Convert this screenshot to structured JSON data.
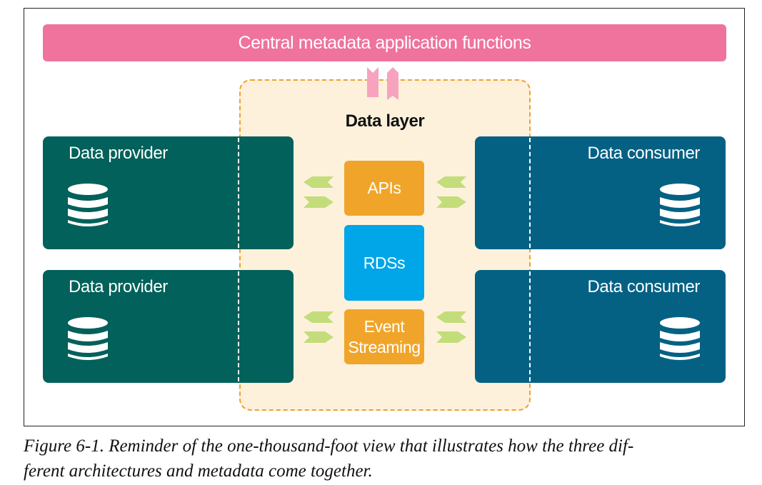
{
  "banner": {
    "label": "Central metadata application functions"
  },
  "data_layer": {
    "title": "Data layer"
  },
  "providers": [
    {
      "label": "Data provider",
      "icon": "database-icon"
    },
    {
      "label": "Data provider",
      "icon": "database-icon"
    }
  ],
  "consumers": [
    {
      "label": "Data consumer",
      "icon": "database-icon"
    },
    {
      "label": "Data consumer",
      "icon": "database-icon"
    }
  ],
  "center": {
    "apis": "APIs",
    "rdss": "RDSs",
    "event_line1": "Event",
    "event_line2": "Streaming"
  },
  "caption": {
    "text": "Figure 6-1. Reminder of the one-thousand-foot view that illustrates how the three dif-ferent architectures and metadata come together.",
    "line1": "Figure 6-1. Reminder of the one-thousand-foot view that illustrates how the three dif-",
    "line2": "ferent architectures and metadata come together."
  },
  "colors": {
    "banner": "#ef739c",
    "banner_arrows": "#f7a3bd",
    "data_layer_fill": "#fdf1dc",
    "data_layer_border": "#f0a030",
    "provider": "#02615a",
    "consumer": "#046184",
    "apis": "#f0a52a",
    "rdss": "#00a6e8",
    "event_streaming": "#f0a52a",
    "exchange_arrows": "#c3dd7a"
  }
}
